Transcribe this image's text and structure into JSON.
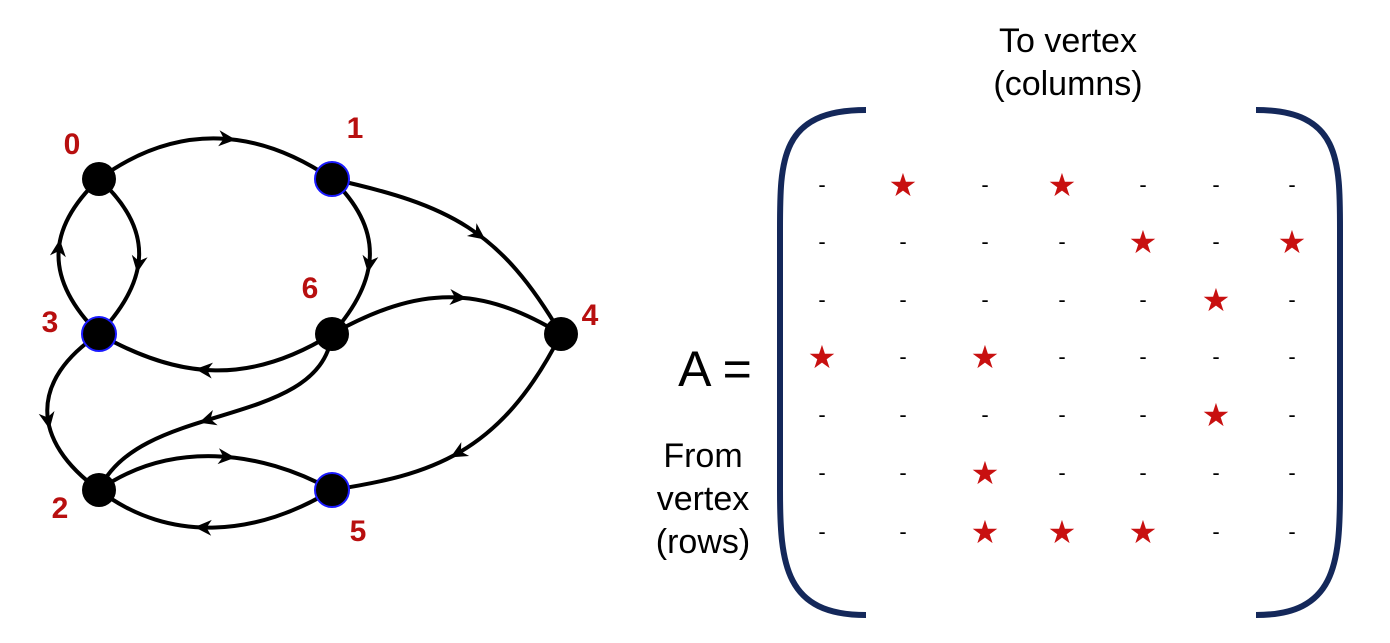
{
  "colors": {
    "vertex_fill": "#000000",
    "highlight_stroke": "#1a1aff",
    "label": "#b80f0f",
    "star": "#c81010",
    "bracket": "#14285a"
  },
  "graph": {
    "vertices": [
      {
        "id": 0,
        "label": "0",
        "highlighted": false
      },
      {
        "id": 1,
        "label": "1",
        "highlighted": true
      },
      {
        "id": 2,
        "label": "2",
        "highlighted": false
      },
      {
        "id": 3,
        "label": "3",
        "highlighted": true
      },
      {
        "id": 4,
        "label": "4",
        "highlighted": false
      },
      {
        "id": 5,
        "label": "5",
        "highlighted": true
      },
      {
        "id": 6,
        "label": "6",
        "highlighted": false
      }
    ],
    "edges": [
      {
        "from": 0,
        "to": 1
      },
      {
        "from": 0,
        "to": 3
      },
      {
        "from": 1,
        "to": 4
      },
      {
        "from": 1,
        "to": 6
      },
      {
        "from": 2,
        "to": 5
      },
      {
        "from": 3,
        "to": 0
      },
      {
        "from": 3,
        "to": 2
      },
      {
        "from": 4,
        "to": 5
      },
      {
        "from": 5,
        "to": 2
      },
      {
        "from": 6,
        "to": 2
      },
      {
        "from": 6,
        "to": 3
      },
      {
        "from": 6,
        "to": 4
      }
    ]
  },
  "matrix": {
    "name_label": "A =",
    "column_caption_line1": "To vertex",
    "column_caption_line2": "(columns)",
    "row_caption_line1": "From",
    "row_caption_line2": "vertex",
    "row_caption_line3": "(rows)",
    "empty_symbol": "-",
    "filled_symbol": "★",
    "rows": [
      [
        0,
        1,
        0,
        1,
        0,
        0,
        0
      ],
      [
        0,
        0,
        0,
        0,
        1,
        0,
        1
      ],
      [
        0,
        0,
        0,
        0,
        0,
        1,
        0
      ],
      [
        1,
        0,
        1,
        0,
        0,
        0,
        0
      ],
      [
        0,
        0,
        0,
        0,
        0,
        1,
        0
      ],
      [
        0,
        0,
        1,
        0,
        0,
        0,
        0
      ],
      [
        0,
        0,
        1,
        1,
        1,
        0,
        0
      ]
    ]
  }
}
